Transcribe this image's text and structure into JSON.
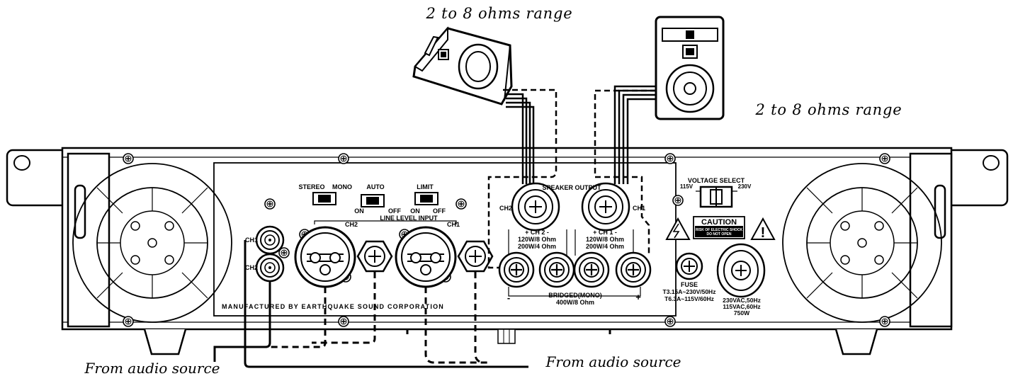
{
  "captions": {
    "ohms_range_left": "2 to 8 ohms range",
    "ohms_range_right": "2 to 8 ohms range",
    "source_left": "From audio source",
    "source_right": "From audio source"
  },
  "panel": {
    "stereo": "STEREO",
    "mono": "MONO",
    "auto": "AUTO",
    "limit": "LIMIT",
    "on1": "ON",
    "off1": "OFF",
    "on2": "ON",
    "off2": "OFF",
    "line_level_input": "LINE LEVEL INPUT",
    "ch2_in": "CH2",
    "ch1_in": "CH1",
    "ch1_rca": "CH1",
    "ch2_rca": "CH2",
    "speaker_output": "SPEAKER OUTPUT",
    "ch2_out": "CH2",
    "ch1_out": "CH1",
    "ch2_spec_title": "+ CH 2 -",
    "ch2_spec_1": "120W/8 Ohm",
    "ch2_spec_2": "200W/4 Ohm",
    "ch1_spec_title": "+ CH 1 -",
    "ch1_spec_1": "120W/8 Ohm",
    "ch1_spec_2": "200W/4 Ohm",
    "bridged_minus": "-",
    "bridged": "BRIDGED(MONO)",
    "bridged_plus": "+",
    "bridged_spec": "400W/8 Ohm",
    "voltage_select": "VOLTAGE SELECT",
    "v115": "115V",
    "v230": "230V",
    "caution": "CAUTION",
    "caution_sub_1": "RISK OF ELECTRIC SHOCK",
    "caution_sub_2": "DO NOT OPEN",
    "fuse": "FUSE",
    "fuse_spec_1": "T3.15A~230V/50Hz",
    "fuse_spec_2": "T6.3A~115V/60Hz",
    "power_spec_1": "230VAC,50Hz",
    "power_spec_2": "115VAC,60Hz",
    "power_spec_3": "750W",
    "manufacturer": "MANUFACTURED BY EARTHQUAKE SOUND CORPORATION"
  }
}
